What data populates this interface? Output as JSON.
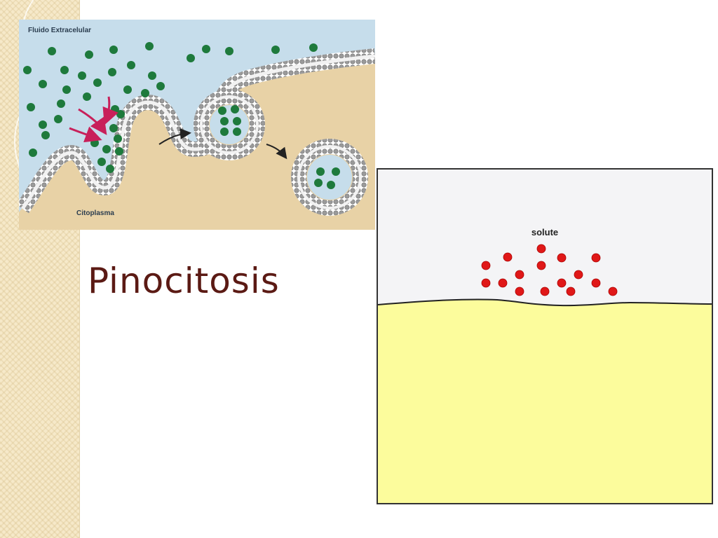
{
  "slide": {
    "title": "Pinocitosis"
  },
  "figure": {
    "label_top": "Fluido Extracelular",
    "label_bottom": "Citoplasma",
    "colors": {
      "extracellular": "#c6ddeb",
      "cytoplasm": "#e8d2a6",
      "particle": "#1e7a3c",
      "membrane_head": "#9a9a9a",
      "arrow": "#c8205a"
    }
  },
  "animation": {
    "label": "solute",
    "colors": {
      "outside": "#f4f4f6",
      "cell": "#fcfc9c",
      "solute": "#e01818"
    }
  }
}
